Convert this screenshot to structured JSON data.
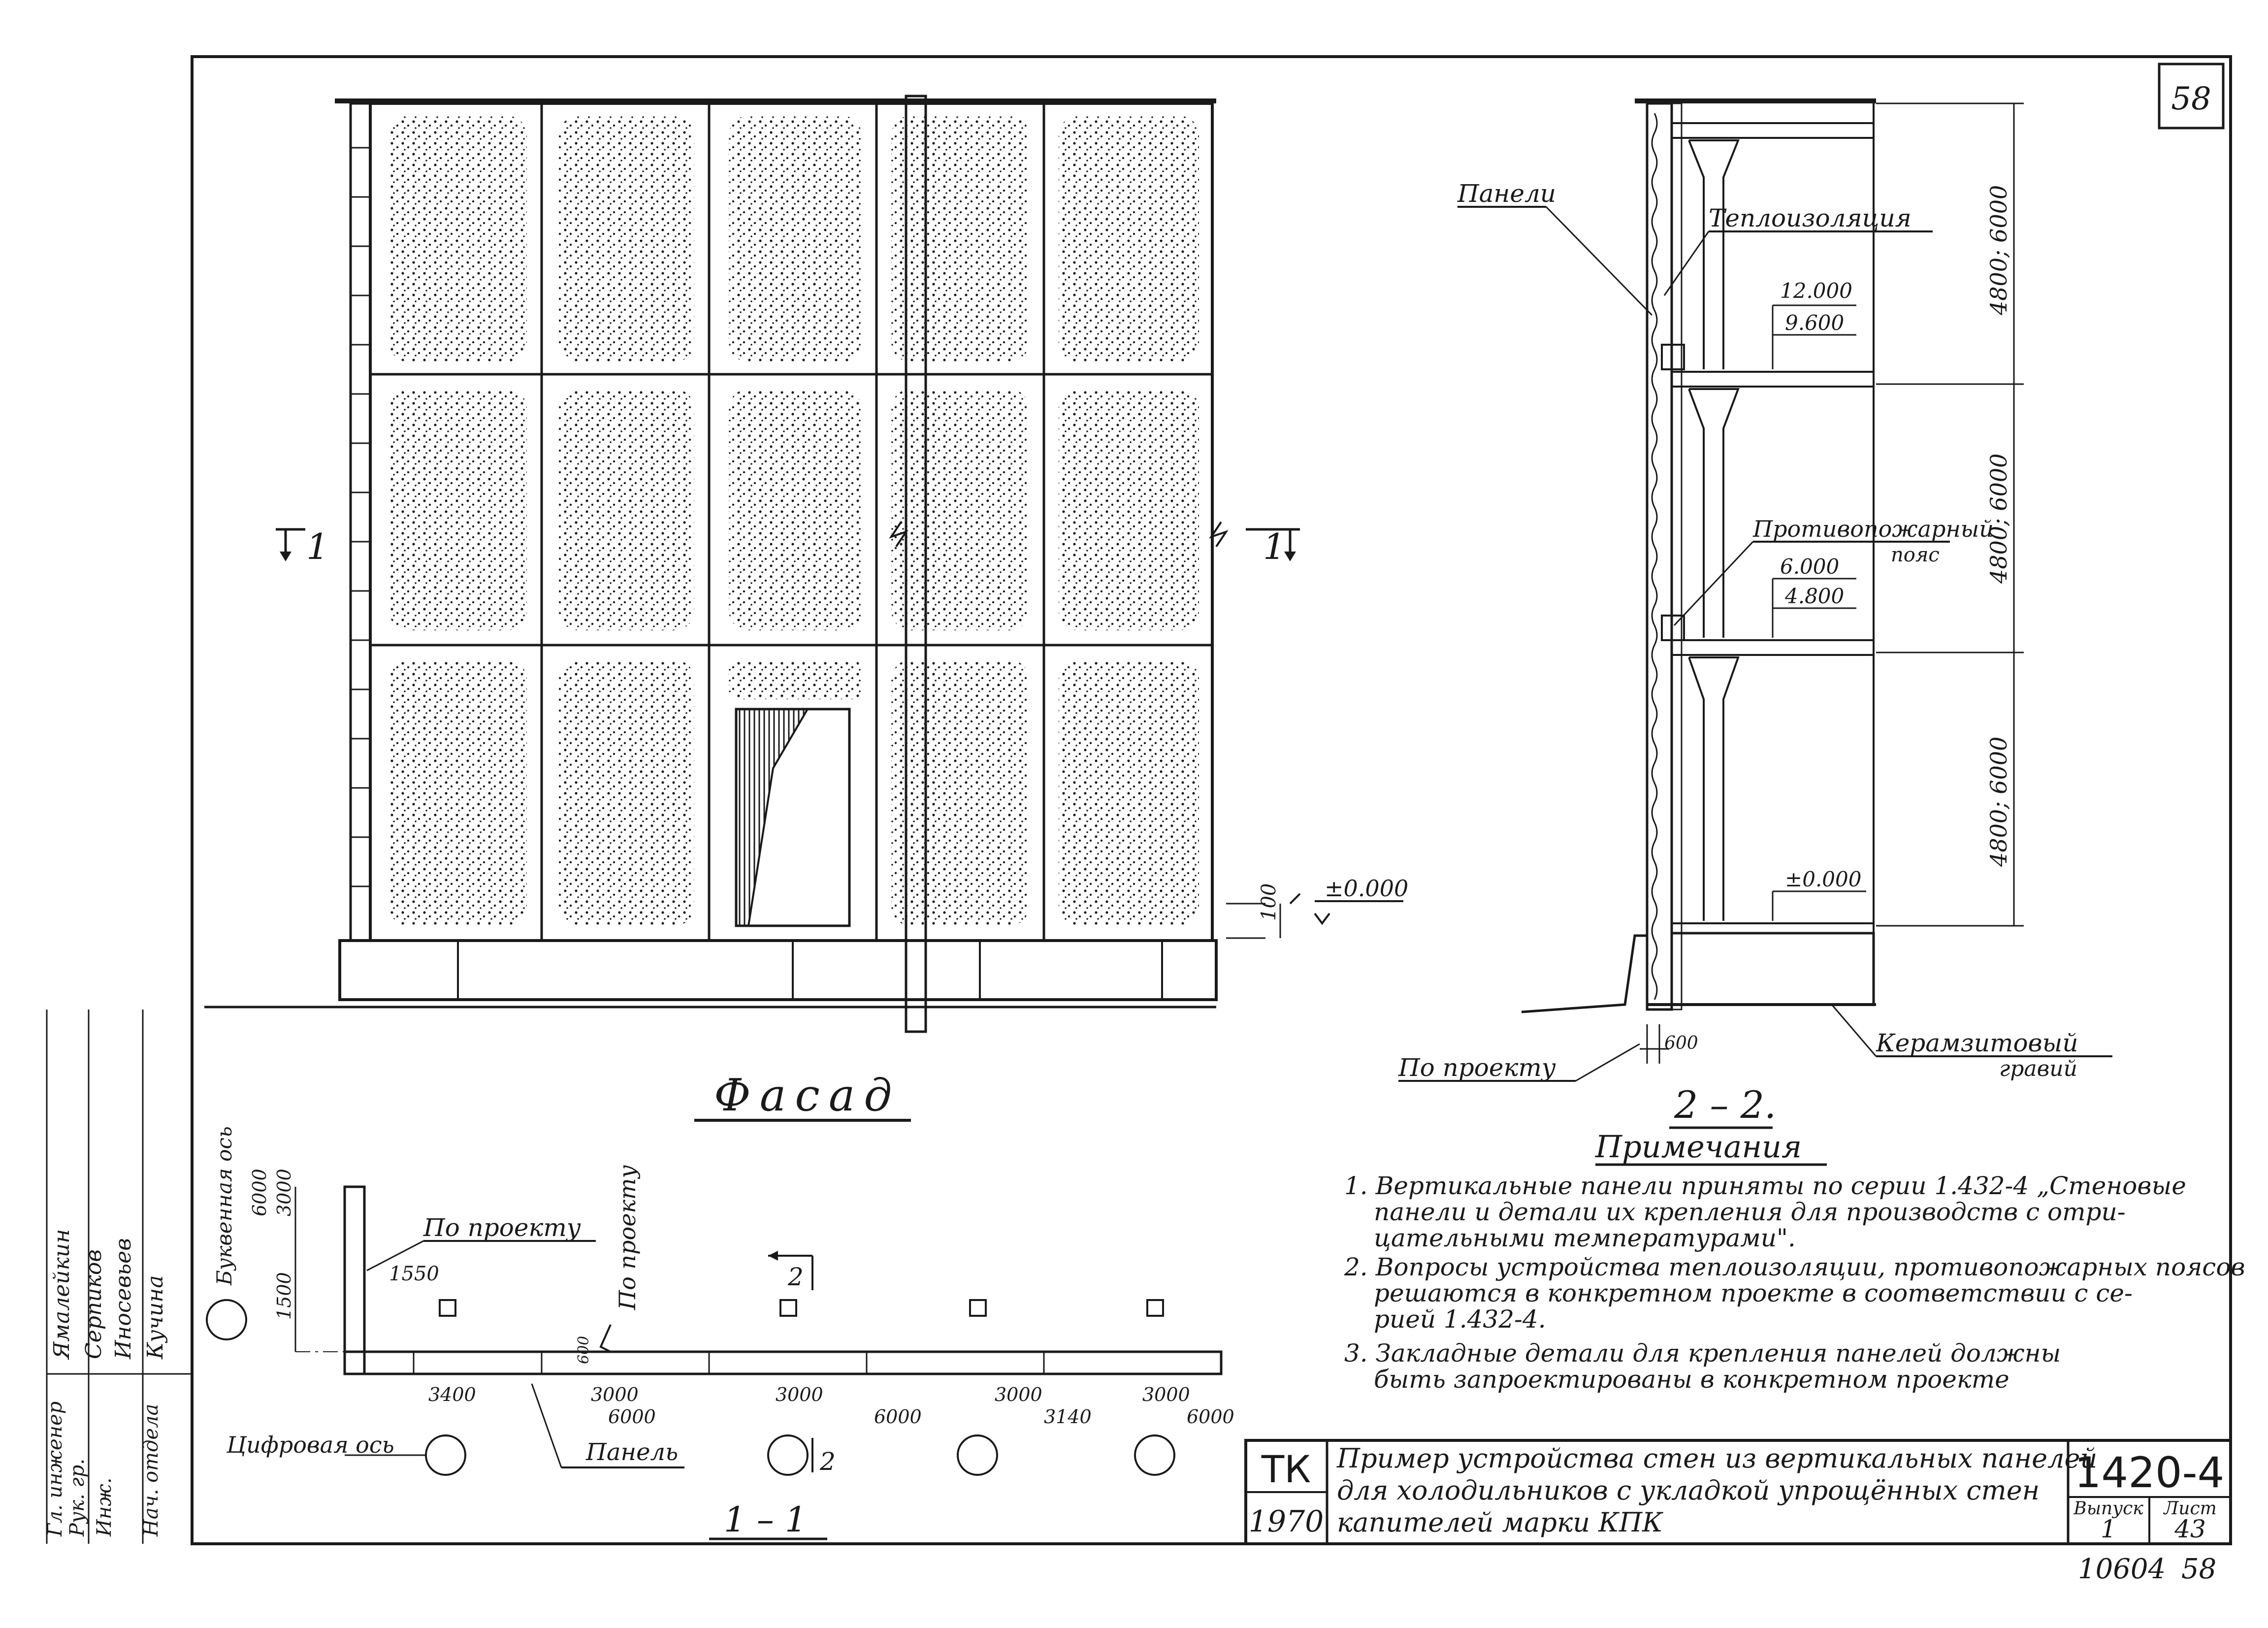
{
  "sheet": {
    "sheet_number": "58",
    "footer_number": "10604",
    "footer_page": "58"
  },
  "facade": {
    "title": "Фасад",
    "elev_zero": "±0.000",
    "dim_100": "100",
    "section_mark_left": "1",
    "section_mark_right": "1"
  },
  "section22": {
    "title": "2 – 2.",
    "label_panels": "Панели",
    "label_insulation": "Теплоизоляция",
    "label_fire_belt": "Противопожарный",
    "label_fire_belt_2": "пояс",
    "label_gravel": "Керамзитовый",
    "label_gravel_2": "гравий",
    "label_by_project": "По проекту",
    "elev_top_1": "12.000",
    "elev_top_2": "9.600",
    "elev_mid_1": "6.000",
    "elev_mid_2": "4.800",
    "elev_bottom": "±0.000",
    "dim_600": "600",
    "floor_heights": [
      "4800; 6000",
      "4800; 6000",
      "4800; 6000"
    ]
  },
  "section11": {
    "title": "1 – 1",
    "label_letter_axis": "Буквенная ось",
    "label_by_project_1": "По проекту",
    "label_by_project_2": "По проекту",
    "label_digit_axis": "Цифровая ось",
    "label_panel": "Панель",
    "section_mark": "2",
    "section_mark_2": "2",
    "dims_vertical": [
      "3000",
      "6000",
      "1500"
    ],
    "dim_1550": "1550",
    "dim_600": "600",
    "dims_bottom": [
      "3400",
      "3000",
      "6000",
      "3000",
      "6000",
      "3000",
      "3140",
      "3000",
      "6000"
    ]
  },
  "notes": {
    "title": "Примечания",
    "items": [
      "1. Вертикальные панели приняты по серии 1.432-4 „Стеновые",
      "панели и детали их крепления для производств с отри-",
      "цательными температурами\".",
      "2. Вопросы устройства теплоизоляции, противопожарных поясов",
      "решаются в конкретном проекте в соответствии с се-",
      "рией 1.432-4.",
      "3. Закладные детали для крепления панелей должны",
      "быть запроектированы в конкретном проекте"
    ]
  },
  "title_block": {
    "tk": "ТК",
    "year": "1970",
    "title_line_1": "Пример устройства стен из вертикальных панелей",
    "title_line_2": "для холодильников с укладкой упрощённых стен",
    "title_line_3": "капителей марки КПК",
    "series": "1420-4",
    "issue_label": "Выпуск",
    "issue_value": "1",
    "sheet_label": "Лист",
    "sheet_value": "43"
  },
  "stamp": {
    "names": [
      "Ямалейкин",
      "Серпиков",
      "Иносевьев",
      "Кучина"
    ],
    "roles": [
      "Гл. инженер",
      "Рук. гр.",
      "Инж.",
      "Нач. отдела"
    ]
  }
}
